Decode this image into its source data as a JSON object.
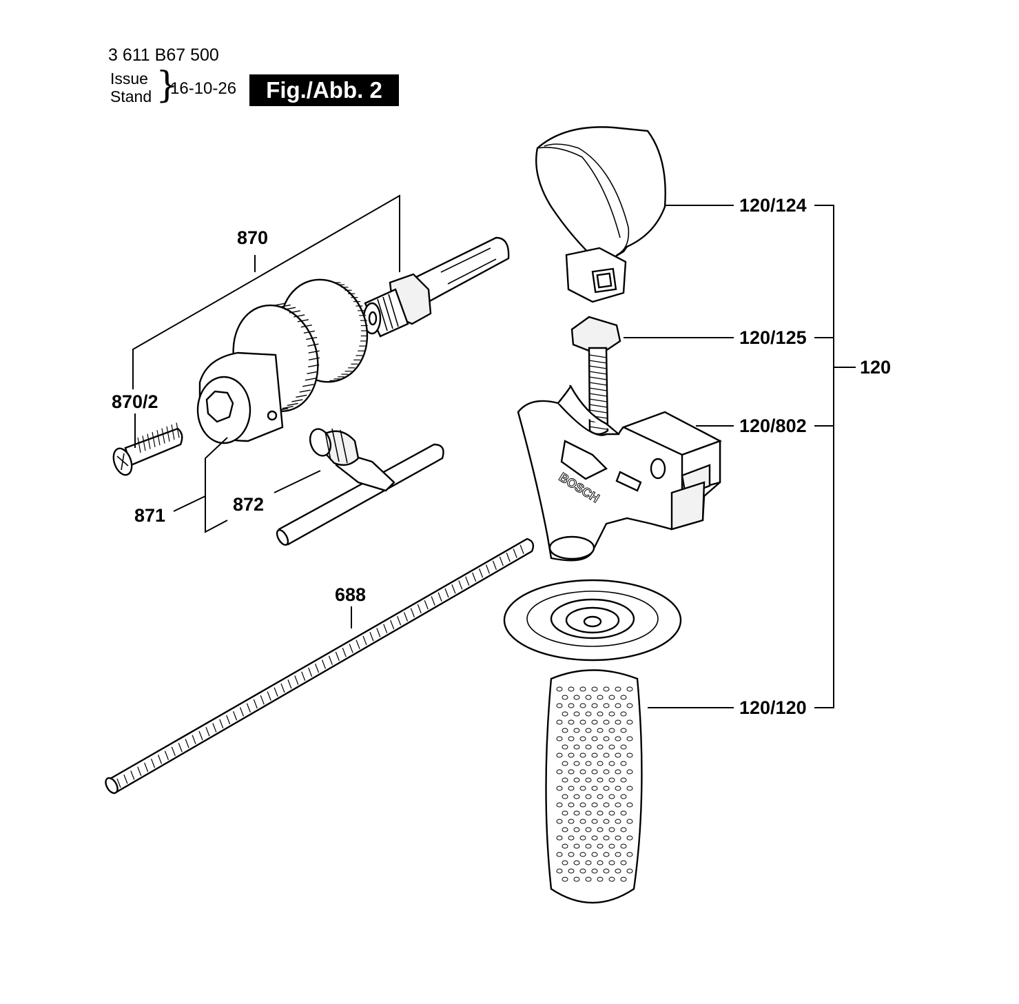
{
  "header": {
    "part_number": "3 611 B67 500",
    "issue": "Issue",
    "stand": "Stand",
    "date": "16-10-26",
    "figure": "Fig./Abb. 2"
  },
  "callouts": {
    "c870": "870",
    "c870_2": "870/2",
    "c871": "871",
    "c872": "872",
    "c688": "688",
    "c120_124": "120/124",
    "c120_125": "120/125",
    "c120": "120",
    "c120_802": "120/802",
    "c120_120": "120/120"
  },
  "brand_on_handle": "BOSCH"
}
